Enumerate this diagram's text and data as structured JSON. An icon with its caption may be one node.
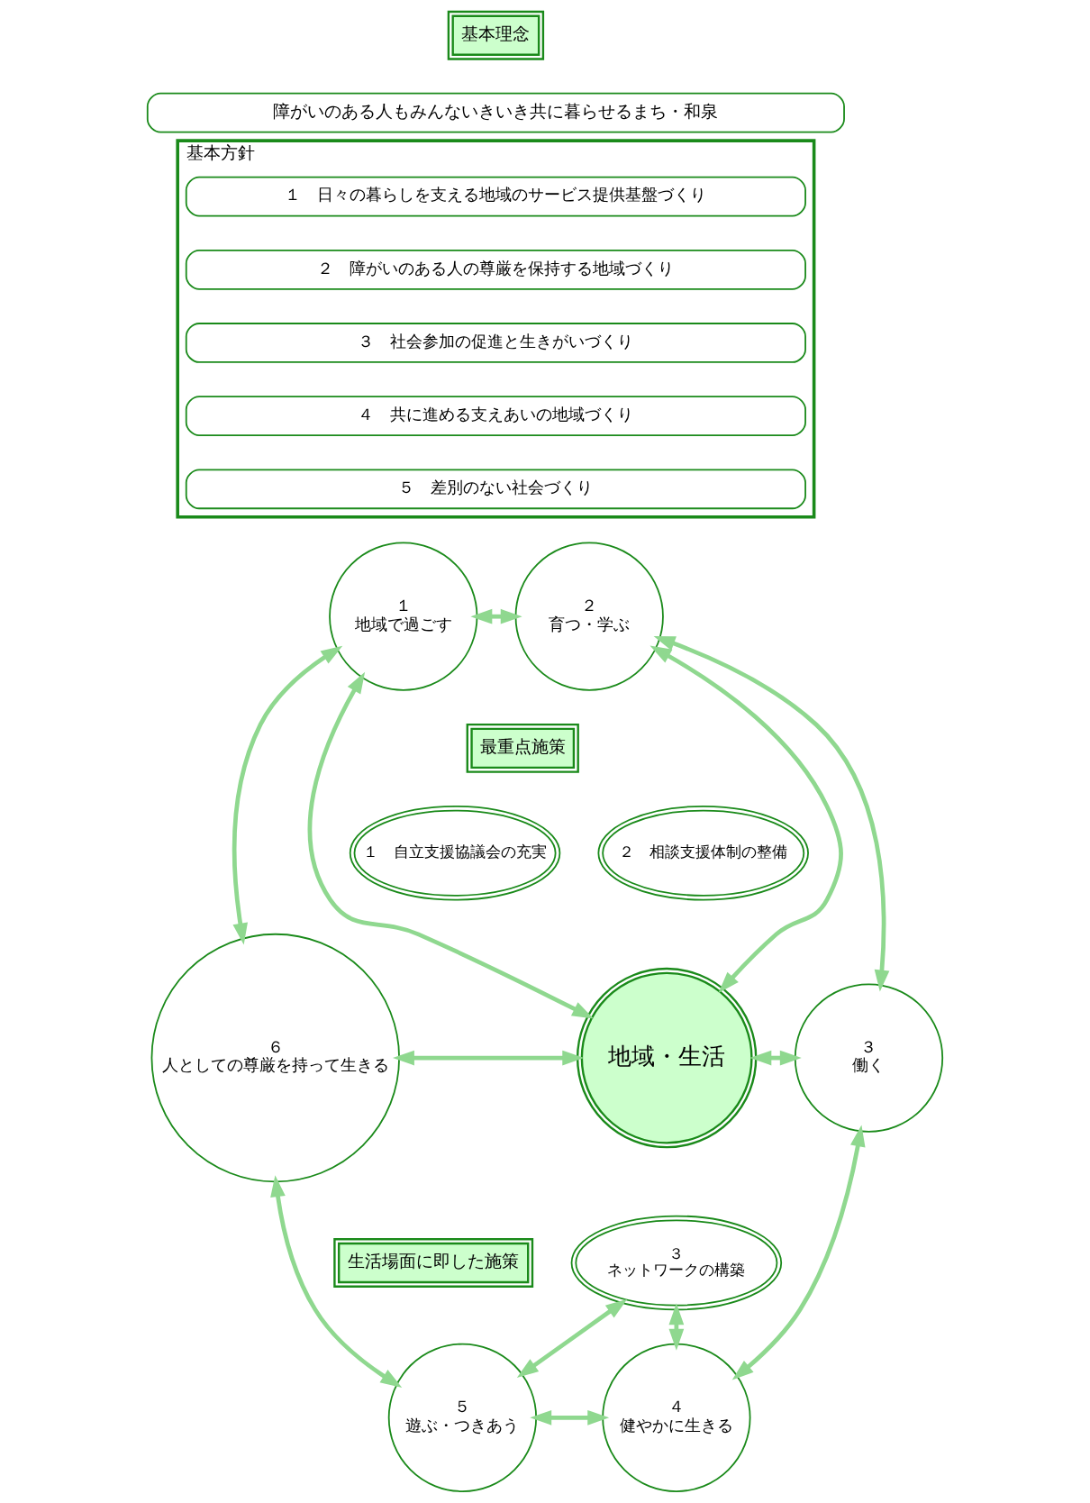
{
  "diagram": {
    "nodes": [
      {
        "text": [
          "基本理念"
        ]
      },
      {
        "text": [
          "障がいのある人もみんないきいき共に暮らせるまち・和泉"
        ]
      },
      {
        "text": [
          "基本方針"
        ]
      },
      {
        "text": [
          "１　日々の暮らしを支える地域のサービス提供基盤づくり"
        ],
        "in": 2
      },
      {
        "text": [
          "２　障がいのある人の尊厳を保持する地域づくり"
        ],
        "in": 2
      },
      {
        "text": [
          "３　社会参加の促進と生きがいづくり"
        ],
        "in": 2
      },
      {
        "text": [
          "４　共に進める支えあいの地域づくり"
        ],
        "in": 2
      },
      {
        "text": [
          "５　差別のない社会づくり"
        ],
        "in": 2
      },
      {
        "text": [
          "１",
          "地域で過ごす"
        ]
      },
      {
        "text": [
          "２",
          "育つ・学ぶ"
        ]
      },
      {
        "text": [
          "最重点施策"
        ]
      },
      {
        "text": [
          "２　相談支援体制の整備"
        ]
      },
      {
        "text": [
          "１　自立支援協議会の充実"
        ]
      },
      {
        "text": [
          "６",
          "人としての尊厳を持って生きる"
        ]
      },
      {
        "text": [
          "地域・生活"
        ]
      },
      {
        "text": [
          "３",
          "働く"
        ]
      },
      {
        "text": [
          "生活場面に即した施策"
        ]
      },
      {
        "text": [
          "３",
          "ネットワークの構築"
        ]
      },
      {
        "text": [
          "５",
          "遊ぶ・つきあう"
        ]
      },
      {
        "text": [
          "４",
          "健やかに生きる"
        ]
      }
    ],
    "edges": [
      {
        "from": 8,
        "to": 9,
        "arrow": "both"
      },
      {
        "from": 9,
        "to": 15,
        "arrow": "both"
      },
      {
        "from": 15,
        "to": 19,
        "arrow": "both"
      },
      {
        "from": 18,
        "to": 19,
        "arrow": "both"
      },
      {
        "from": 13,
        "to": 18,
        "arrow": "both"
      },
      {
        "from": 8,
        "to": 13,
        "arrow": "both"
      },
      {
        "from": 8,
        "to": 14,
        "arrow": "both"
      },
      {
        "from": 9,
        "to": 14,
        "arrow": "both"
      },
      {
        "from": 13,
        "to": 14,
        "arrow": "both"
      },
      {
        "from": 14,
        "to": 15,
        "arrow": "both"
      },
      {
        "from": 17,
        "to": 18,
        "arrow": "both"
      },
      {
        "from": 17,
        "to": 19,
        "arrow": "both"
      }
    ]
  }
}
